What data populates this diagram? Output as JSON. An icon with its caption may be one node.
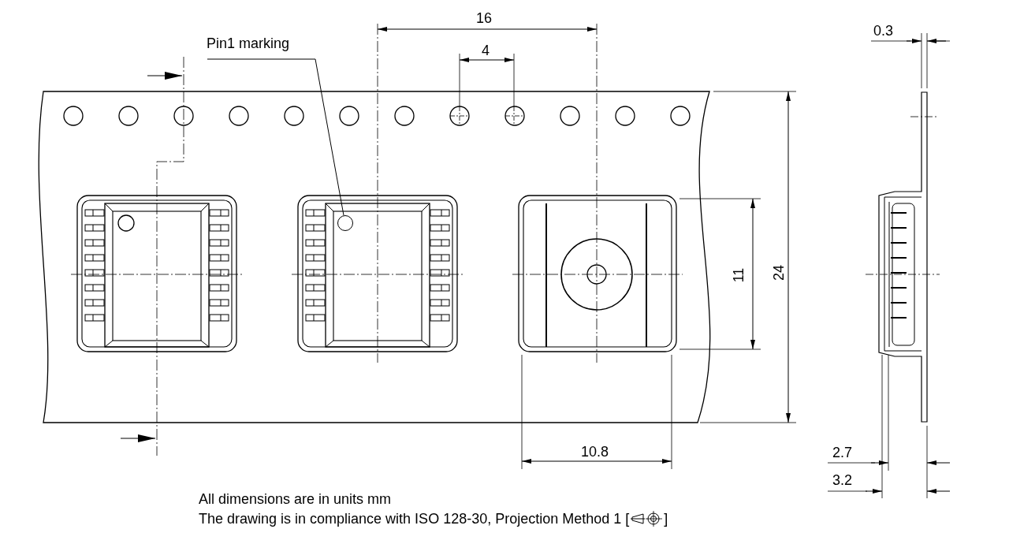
{
  "diagram": {
    "nodes": [
      {
        "text": [
          "Pin1 marking"
        ]
      },
      {
        "text": [],
        "shape": "circle"
      }
    ],
    "edges": [
      {
        "from": 0,
        "to": 1,
        "arrow": "none"
      }
    ],
    "labels": [
      "16",
      "4",
      "0.3",
      "24",
      "11",
      "10.8",
      "2.7",
      "3.2",
      "All dimensions are in units mm",
      "The drawing is in compliance with ISO 128-30, Projection Method 1 [",
      "]"
    ]
  }
}
